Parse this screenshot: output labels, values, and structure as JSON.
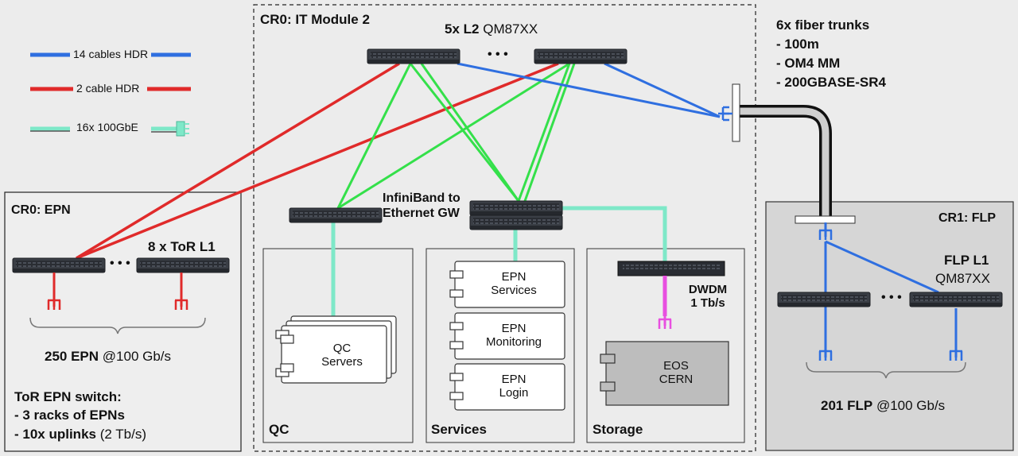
{
  "legend": {
    "blue": "14 cables HDR",
    "red": "2 cable HDR",
    "green": "16x 100GbE"
  },
  "colors": {
    "blue": "#2f6fe0",
    "red": "#e02a2a",
    "green": "#34e04a",
    "teal": "#7ee8c8",
    "magenta": "#e84fe0",
    "module_bg": "#d6d6d6"
  },
  "it_module": {
    "title": "CR0: IT Module 2",
    "l2_count": "5x L2",
    "l2_model": "QM87XX",
    "ellipsis": "• • •",
    "gateway": [
      "InfiniBand to",
      "Ethernet GW"
    ]
  },
  "fiber": {
    "title": "6x fiber trunks",
    "lines": [
      "- 100m",
      "- OM4 MM",
      "- 200GBASE-SR4"
    ]
  },
  "epn": {
    "title": "CR0: EPN",
    "tor_label": "8 x ToR L1",
    "ellipsis": "• • •",
    "count_bold": "250 EPN",
    "count_rate": "@100 Gb/s",
    "switch_title": "ToR EPN switch:",
    "racks": "- 3 racks of EPNs",
    "uplinks_bold": "- 10x uplinks",
    "uplinks_rate": "(2 Tb/s)"
  },
  "qc": {
    "label": "QC",
    "servers": [
      "QC",
      "Servers"
    ]
  },
  "services": {
    "label": "Services",
    "items": [
      [
        "EPN",
        "Services"
      ],
      [
        "EPN",
        "Monitoring"
      ],
      [
        "EPN",
        "Login"
      ]
    ]
  },
  "storage": {
    "label": "Storage",
    "dwdm": [
      "DWDM",
      "1 Tb/s"
    ],
    "eos": [
      "EOS",
      "CERN"
    ]
  },
  "flp": {
    "title": "CR1: FLP",
    "l1_label": "FLP L1",
    "l1_model": "QM87XX",
    "ellipsis": "• • •",
    "count_bold": "201 FLP",
    "count_rate": "@100 Gb/s"
  }
}
